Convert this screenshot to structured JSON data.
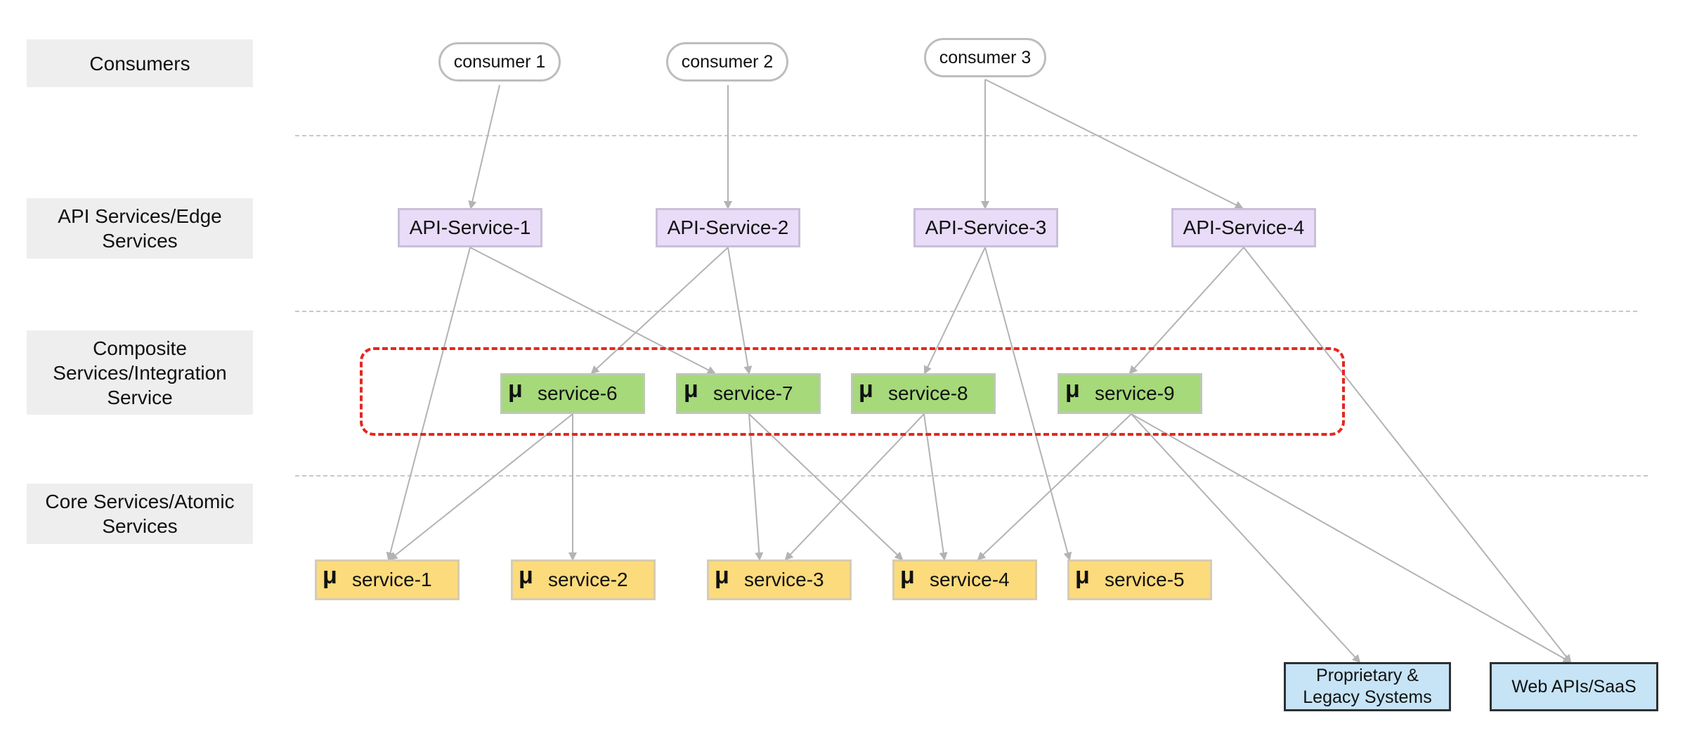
{
  "layers": [
    {
      "id": "consumers",
      "label": "Consumers"
    },
    {
      "id": "api",
      "label": "API Services/Edge\nServices"
    },
    {
      "id": "composite",
      "label": "Composite\nServices/Integration\nService"
    },
    {
      "id": "core",
      "label": "Core Services/Atomic\nServices"
    }
  ],
  "consumers": [
    "consumer 1",
    "consumer 2",
    "consumer 3"
  ],
  "api_services": [
    "API-Service-1",
    "API-Service-2",
    "API-Service-3",
    "API-Service-4"
  ],
  "composite_services": [
    "service-6",
    "service-7",
    "service-8",
    "service-9"
  ],
  "core_services": [
    "service-1",
    "service-2",
    "service-3",
    "service-4",
    "service-5"
  ],
  "external_systems": [
    "Proprietary &\nLegacy Systems",
    "Web APIs/SaaS"
  ],
  "micro_symbol": "μ",
  "colors": {
    "api": "#e8dcf8",
    "composite": "#a5d97a",
    "core": "#fcdb7c",
    "external": "#c6e4f6",
    "highlight": "#e3281f",
    "edge": "#b3b3b3"
  }
}
